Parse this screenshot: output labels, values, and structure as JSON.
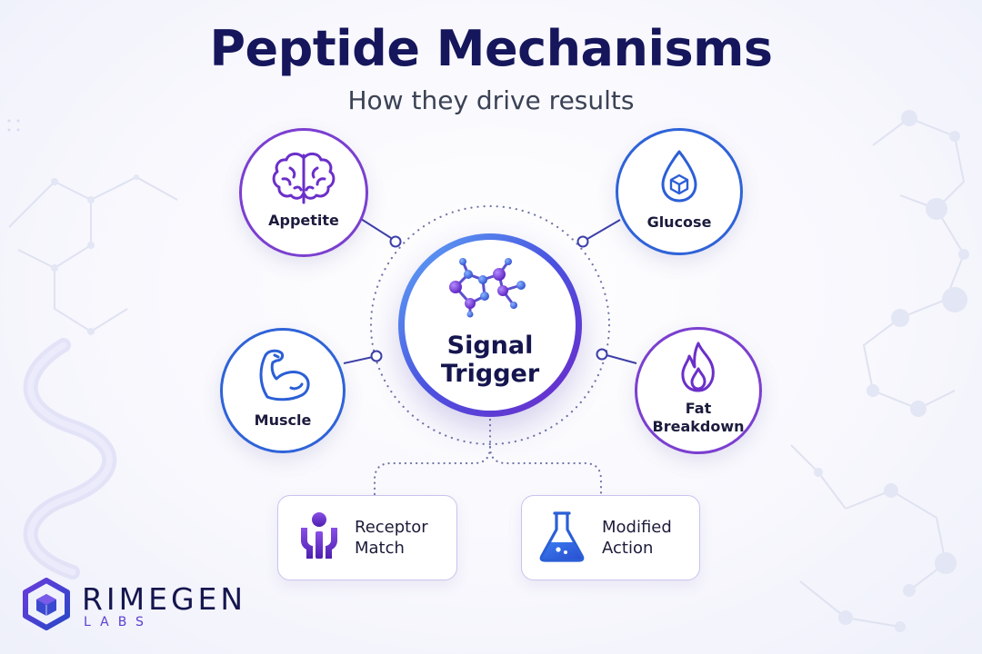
{
  "title": "Peptide Mechanisms",
  "subtitle": "How they drive results",
  "center": {
    "label": "Signal Trigger",
    "icon": "molecule-icon"
  },
  "effects": [
    {
      "label": "Appetite",
      "icon": "brain-icon"
    },
    {
      "label": "Glucose",
      "icon": "droplet-cube-icon"
    },
    {
      "label": "Muscle",
      "icon": "flexed-arm-icon"
    },
    {
      "label": "Fat Breakdown",
      "icon": "flame-icon"
    }
  ],
  "steps": [
    {
      "label": "Receptor Match",
      "icon": "receptor-icon"
    },
    {
      "label": "Modified Action",
      "icon": "flask-icon"
    }
  ],
  "brand": {
    "name": "RIMEGEN",
    "sub": "LABS"
  },
  "colors": {
    "title": "#16165c",
    "purple": "#6b2fc9",
    "blue": "#2b5fd6",
    "accent": "#5a3fd0"
  }
}
